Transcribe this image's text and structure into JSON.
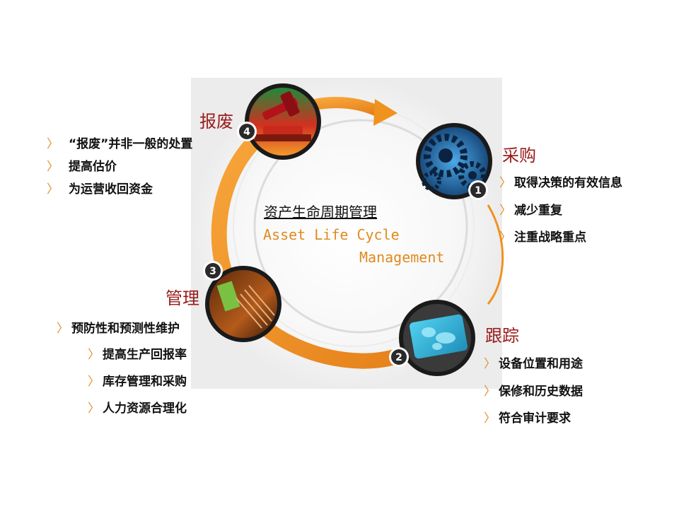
{
  "center": {
    "title_cn": "资产生命周期管理",
    "title_en_line1": "Asset Life Cycle",
    "title_en_line2": "Management"
  },
  "stages": [
    {
      "number": "1",
      "title": "采购",
      "icon": "gears-icon",
      "items": [
        "取得决策的有效信息",
        "减少重复",
        "注重战略重点"
      ]
    },
    {
      "number": "2",
      "title": "跟踪",
      "icon": "world-map-screen-icon",
      "items": [
        "设备位置和用途",
        "保修和历史数据",
        "符合审计要求"
      ]
    },
    {
      "number": "3",
      "title": "管理",
      "icon": "file-folders-icon",
      "items": [
        "预防性和预测性维护",
        "提高生产回报率",
        "库存管理和采购",
        "人力资源合理化"
      ]
    },
    {
      "number": "4",
      "title": "报废",
      "icon": "gavel-icon",
      "items": [
        "“报废”并非一般的处置",
        "提高估价",
        "为运营收回资金"
      ]
    }
  ],
  "colors": {
    "accent_orange": "#f0921e",
    "title_red": "#9a1b1b",
    "badge_dark": "#2a2a2a"
  }
}
